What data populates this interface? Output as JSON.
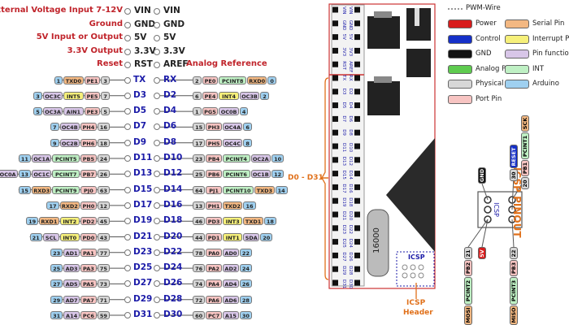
{
  "header_rows": [
    {
      "caption": "External Voltage Input 7-12V",
      "left": "VIN",
      "right": "VIN",
      "right_color": "black"
    },
    {
      "caption": "Ground",
      "left": "GND",
      "right": "GND",
      "right_color": "black"
    },
    {
      "caption": "5V Input or Output",
      "left": "5V",
      "right": "5V",
      "right_color": "black"
    },
    {
      "caption": "3.3V Output",
      "left": "3.3V",
      "right": "3.3V",
      "right_color": "black"
    },
    {
      "caption": "Reset",
      "left": "RST",
      "right": "AREF",
      "right_color": "black",
      "right_caption": "Analog Reference"
    }
  ],
  "pin_rows": [
    {
      "l": "TX",
      "r": "RX",
      "lp": [
        {
          "t": "1",
          "c": "arduino"
        },
        {
          "t": "TXD0",
          "c": "serial"
        },
        {
          "t": "PE1",
          "c": "port"
        },
        {
          "t": "3",
          "c": "phys"
        }
      ],
      "rp": [
        {
          "t": "2",
          "c": "phys"
        },
        {
          "t": "PE0",
          "c": "port"
        },
        {
          "t": "PCINT8",
          "c": "int"
        },
        {
          "t": "RXD0",
          "c": "serial"
        },
        {
          "t": "0",
          "c": "arduino"
        }
      ]
    },
    {
      "l": "D3",
      "r": "D2",
      "lp": [
        {
          "t": "3",
          "c": "arduino"
        },
        {
          "t": "OC3C",
          "c": "func"
        },
        {
          "t": "INT5",
          "c": "intpin"
        },
        {
          "t": "PE5",
          "c": "port"
        },
        {
          "t": "7",
          "c": "phys"
        }
      ],
      "rp": [
        {
          "t": "6",
          "c": "phys"
        },
        {
          "t": "PE4",
          "c": "port"
        },
        {
          "t": "INT4",
          "c": "intpin"
        },
        {
          "t": "OC3B",
          "c": "func"
        },
        {
          "t": "2",
          "c": "arduino"
        }
      ]
    },
    {
      "l": "D5",
      "r": "D4",
      "lp": [
        {
          "t": "5",
          "c": "arduino"
        },
        {
          "t": "OC3A",
          "c": "func"
        },
        {
          "t": "AIN1",
          "c": "func"
        },
        {
          "t": "PE3",
          "c": "port"
        },
        {
          "t": "5",
          "c": "phys"
        }
      ],
      "rp": [
        {
          "t": "1",
          "c": "phys"
        },
        {
          "t": "PG5",
          "c": "port"
        },
        {
          "t": "OC0B",
          "c": "func"
        },
        {
          "t": "4",
          "c": "arduino"
        }
      ]
    },
    {
      "l": "D7",
      "r": "D6",
      "lp": [
        {
          "t": "7",
          "c": "arduino"
        },
        {
          "t": "OC4B",
          "c": "func"
        },
        {
          "t": "PH4",
          "c": "port"
        },
        {
          "t": "16",
          "c": "phys"
        }
      ],
      "rp": [
        {
          "t": "15",
          "c": "phys"
        },
        {
          "t": "PH3",
          "c": "port"
        },
        {
          "t": "OC4A",
          "c": "func"
        },
        {
          "t": "6",
          "c": "arduino"
        }
      ]
    },
    {
      "l": "D9",
      "r": "D8",
      "lp": [
        {
          "t": "9",
          "c": "arduino"
        },
        {
          "t": "OC2B",
          "c": "func"
        },
        {
          "t": "PH6",
          "c": "port"
        },
        {
          "t": "18",
          "c": "phys"
        }
      ],
      "rp": [
        {
          "t": "17",
          "c": "phys"
        },
        {
          "t": "PH5",
          "c": "port"
        },
        {
          "t": "OC4C",
          "c": "func"
        },
        {
          "t": "8",
          "c": "arduino"
        }
      ]
    },
    {
      "l": "D11",
      "r": "D10",
      "lp": [
        {
          "t": "11",
          "c": "arduino"
        },
        {
          "t": "OC1A",
          "c": "func"
        },
        {
          "t": "PCINT5",
          "c": "int"
        },
        {
          "t": "PB5",
          "c": "port"
        },
        {
          "t": "24",
          "c": "phys"
        }
      ],
      "rp": [
        {
          "t": "23",
          "c": "phys"
        },
        {
          "t": "PB4",
          "c": "port"
        },
        {
          "t": "PCINT4",
          "c": "int"
        },
        {
          "t": "OC2A",
          "c": "func"
        },
        {
          "t": "10",
          "c": "arduino"
        }
      ]
    },
    {
      "l": "D13",
      "r": "D12",
      "lp": [
        {
          "t": "OC0A",
          "c": "func"
        },
        {
          "t": "13",
          "c": "arduino"
        },
        {
          "t": "OC1C",
          "c": "func"
        },
        {
          "t": "PCINT7",
          "c": "int"
        },
        {
          "t": "PB7",
          "c": "port"
        },
        {
          "t": "26",
          "c": "phys"
        }
      ],
      "rp": [
        {
          "t": "25",
          "c": "phys"
        },
        {
          "t": "PB6",
          "c": "port"
        },
        {
          "t": "PCINT6",
          "c": "int"
        },
        {
          "t": "OC1B",
          "c": "func"
        },
        {
          "t": "12",
          "c": "arduino"
        }
      ]
    },
    {
      "l": "D15",
      "r": "D14",
      "lp": [
        {
          "t": "15",
          "c": "arduino"
        },
        {
          "t": "RXD3",
          "c": "serial"
        },
        {
          "t": "PCINT9",
          "c": "int"
        },
        {
          "t": "PJ0",
          "c": "port"
        },
        {
          "t": "63",
          "c": "phys"
        }
      ],
      "rp": [
        {
          "t": "64",
          "c": "phys"
        },
        {
          "t": "PJ1",
          "c": "port"
        },
        {
          "t": "PCINT10",
          "c": "int"
        },
        {
          "t": "TXD3",
          "c": "serial"
        },
        {
          "t": "14",
          "c": "arduino"
        }
      ]
    },
    {
      "l": "D17",
      "r": "D16",
      "lp": [
        {
          "t": "17",
          "c": "arduino"
        },
        {
          "t": "RXD2",
          "c": "serial"
        },
        {
          "t": "PH0",
          "c": "port"
        },
        {
          "t": "12",
          "c": "phys"
        }
      ],
      "rp": [
        {
          "t": "13",
          "c": "phys"
        },
        {
          "t": "PH1",
          "c": "port"
        },
        {
          "t": "TXD2",
          "c": "serial"
        },
        {
          "t": "16",
          "c": "arduino"
        }
      ]
    },
    {
      "l": "D19",
      "r": "D18",
      "lp": [
        {
          "t": "19",
          "c": "arduino"
        },
        {
          "t": "RXD1",
          "c": "serial"
        },
        {
          "t": "INT2",
          "c": "intpin"
        },
        {
          "t": "PD2",
          "c": "port"
        },
        {
          "t": "45",
          "c": "phys"
        }
      ],
      "rp": [
        {
          "t": "46",
          "c": "phys"
        },
        {
          "t": "PD3",
          "c": "port"
        },
        {
          "t": "INT3",
          "c": "intpin"
        },
        {
          "t": "TXD1",
          "c": "serial"
        },
        {
          "t": "18",
          "c": "arduino"
        }
      ]
    },
    {
      "l": "D21",
      "r": "D20",
      "lp": [
        {
          "t": "21",
          "c": "arduino"
        },
        {
          "t": "SCL",
          "c": "func"
        },
        {
          "t": "INT0",
          "c": "intpin"
        },
        {
          "t": "PD0",
          "c": "port"
        },
        {
          "t": "43",
          "c": "phys"
        }
      ],
      "rp": [
        {
          "t": "44",
          "c": "phys"
        },
        {
          "t": "PD1",
          "c": "port"
        },
        {
          "t": "INT1",
          "c": "intpin"
        },
        {
          "t": "SDA",
          "c": "func"
        },
        {
          "t": "20",
          "c": "arduino"
        }
      ]
    },
    {
      "l": "D23",
      "r": "D22",
      "lp": [
        {
          "t": "23",
          "c": "arduino"
        },
        {
          "t": "AD1",
          "c": "func"
        },
        {
          "t": "PA1",
          "c": "port"
        },
        {
          "t": "77",
          "c": "phys"
        }
      ],
      "rp": [
        {
          "t": "78",
          "c": "phys"
        },
        {
          "t": "PA0",
          "c": "port"
        },
        {
          "t": "AD0",
          "c": "func"
        },
        {
          "t": "22",
          "c": "arduino"
        }
      ]
    },
    {
      "l": "D25",
      "r": "D24",
      "lp": [
        {
          "t": "25",
          "c": "arduino"
        },
        {
          "t": "AD3",
          "c": "func"
        },
        {
          "t": "PA3",
          "c": "port"
        },
        {
          "t": "75",
          "c": "phys"
        }
      ],
      "rp": [
        {
          "t": "76",
          "c": "phys"
        },
        {
          "t": "PA2",
          "c": "port"
        },
        {
          "t": "AD2",
          "c": "func"
        },
        {
          "t": "24",
          "c": "arduino"
        }
      ]
    },
    {
      "l": "D27",
      "r": "D26",
      "lp": [
        {
          "t": "27",
          "c": "arduino"
        },
        {
          "t": "AD5",
          "c": "func"
        },
        {
          "t": "PA5",
          "c": "port"
        },
        {
          "t": "73",
          "c": "phys"
        }
      ],
      "rp": [
        {
          "t": "74",
          "c": "phys"
        },
        {
          "t": "PA4",
          "c": "port"
        },
        {
          "t": "AD4",
          "c": "func"
        },
        {
          "t": "26",
          "c": "arduino"
        }
      ]
    },
    {
      "l": "D29",
      "r": "D28",
      "lp": [
        {
          "t": "29",
          "c": "arduino"
        },
        {
          "t": "AD7",
          "c": "func"
        },
        {
          "t": "PA7",
          "c": "port"
        },
        {
          "t": "71",
          "c": "phys"
        }
      ],
      "rp": [
        {
          "t": "72",
          "c": "phys"
        },
        {
          "t": "PA6",
          "c": "port"
        },
        {
          "t": "AD6",
          "c": "func"
        },
        {
          "t": "28",
          "c": "arduino"
        }
      ]
    },
    {
      "l": "D31",
      "r": "D30",
      "lp": [
        {
          "t": "31",
          "c": "arduino"
        },
        {
          "t": "A14",
          "c": "func"
        },
        {
          "t": "PC6",
          "c": "port"
        },
        {
          "t": "59",
          "c": "phys"
        }
      ],
      "rp": [
        {
          "t": "60",
          "c": "phys"
        },
        {
          "t": "PC7",
          "c": "port"
        },
        {
          "t": "A15",
          "c": "func"
        },
        {
          "t": "30",
          "c": "arduino"
        }
      ]
    }
  ],
  "range_label": "D0 - D31",
  "board": {
    "left_header": [
      "VIN",
      "GND",
      "5V",
      "3V3",
      "RST",
      "TX",
      "D3",
      "D5",
      "D7",
      "D9",
      "D11",
      "D13",
      "D15",
      "D17",
      "D19",
      "D21",
      "D23",
      "D25",
      "D27",
      "D29",
      "D31"
    ],
    "right_header": [
      "VIN",
      "GND",
      "5V",
      "3V3",
      "AREF",
      "RX",
      "D2",
      "D4",
      "D6",
      "D8",
      "D10",
      "D12",
      "D14",
      "D16",
      "D18",
      "D20",
      "D22",
      "D24",
      "D26",
      "D28",
      "D30"
    ],
    "crystal": "16000",
    "icsp_silk": "ICSP"
  },
  "icsp_header_caption": [
    "ICSP",
    "Header"
  ],
  "legend": {
    "title": "PWM-Wire",
    "items": [
      {
        "label": "Power",
        "c": "power"
      },
      {
        "label": "Serial Pin",
        "c": "serial"
      },
      {
        "label": "Control",
        "c": "control"
      },
      {
        "label": "Interrupt Pin",
        "c": "intpin"
      },
      {
        "label": "GND",
        "c": "gnd"
      },
      {
        "label": "Pin function",
        "c": "func"
      },
      {
        "label": "Analog Pin",
        "c": "analog"
      },
      {
        "label": "INT",
        "c": "int"
      },
      {
        "label": "Physical Pin",
        "c": "phys"
      },
      {
        "label": "Arduino",
        "c": "arduino"
      },
      {
        "label": "Port Pin",
        "c": "port"
      }
    ]
  },
  "icsp_pinout": {
    "title": "ICSP PINOUT",
    "connector_label": "ICSP",
    "stacks": [
      {
        "labels": [
          {
            "t": "SCK",
            "c": "serial"
          },
          {
            "t": "PCINT1",
            "c": "int"
          },
          {
            "t": "PB1",
            "c": "port"
          },
          {
            "t": "20",
            "c": "phys"
          }
        ]
      },
      {
        "labels": [
          {
            "t": "RESET",
            "c": "control"
          },
          {
            "t": "30",
            "c": "phys"
          }
        ]
      },
      {
        "labels": [
          {
            "t": "GND",
            "c": "gnd"
          }
        ]
      },
      {
        "labels": [
          {
            "t": "21",
            "c": "phys"
          },
          {
            "t": "PB2",
            "c": "port"
          },
          {
            "t": "PCINT2",
            "c": "int"
          },
          {
            "t": "MOSI",
            "c": "serial"
          }
        ]
      },
      {
        "labels": [
          {
            "t": "5V",
            "c": "power"
          }
        ]
      },
      {
        "labels": [
          {
            "t": "22",
            "c": "phys"
          },
          {
            "t": "PB3",
            "c": "port"
          },
          {
            "t": "PCINT3",
            "c": "int"
          },
          {
            "t": "MISO",
            "c": "serial"
          }
        ]
      }
    ]
  },
  "colors": {
    "caption": "#c0242b",
    "pin_name": "#1b1ba8",
    "physical": "#d7d7d7",
    "port": "#f7c4c2",
    "int": "#bff0c4",
    "function": "#d8c6e8",
    "serial": "#f3b882",
    "interrupt": "#f6f07a",
    "arduino": "#9fd0f0",
    "analog": "#5ecb4f",
    "power": "#d81c1c",
    "control": "#1530c8",
    "gnd": "#111111",
    "accent": "#e0701a"
  }
}
